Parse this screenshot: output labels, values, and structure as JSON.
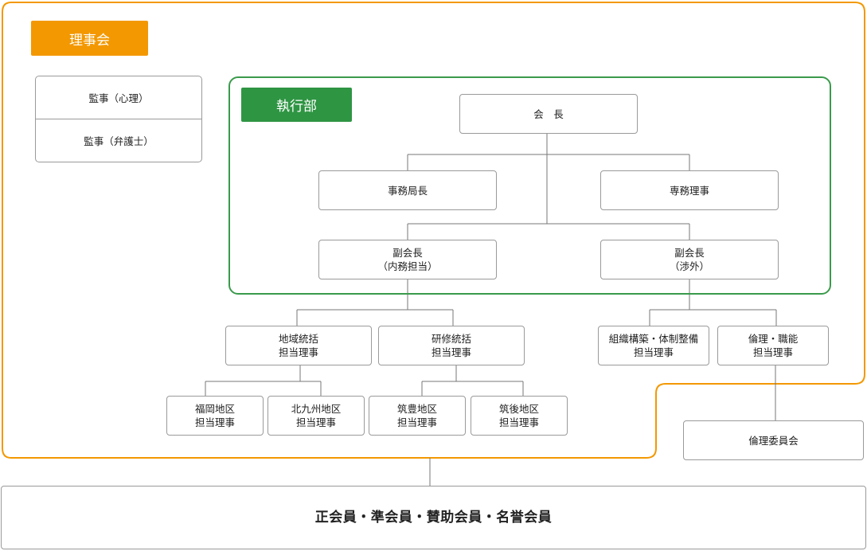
{
  "colors": {
    "board_accent": "#f39800",
    "executive_accent": "#2e9543",
    "connector": "#777777",
    "box_border": "#9a9a9a"
  },
  "board": {
    "label": "理事会",
    "auditors": [
      "監事（心理）",
      "監事（弁護士）"
    ]
  },
  "executive": {
    "label": "執行部",
    "president": "会　長",
    "secretary_general": "事務局長",
    "executive_director": "専務理事",
    "vp_internal": [
      "副会長",
      "（内務担当）"
    ],
    "vp_external": [
      "副会長",
      "（渉外）"
    ]
  },
  "directors": {
    "regional_lead": [
      "地域統括",
      "担当理事"
    ],
    "training_lead": [
      "研修統括",
      "担当理事"
    ],
    "organization": [
      "組織構築・体制整備",
      "担当理事"
    ],
    "ethics": [
      "倫理・職能",
      "担当理事"
    ],
    "fukuoka": [
      "福岡地区",
      "担当理事"
    ],
    "kitakyushu": [
      "北九州地区",
      "担当理事"
    ],
    "chikuho": [
      "筑豊地区",
      "担当理事"
    ],
    "chikugo": [
      "筑後地区",
      "担当理事"
    ]
  },
  "ethics_committee": "倫理委員会",
  "members": "正会員・準会員・賛助会員・名誉会員"
}
